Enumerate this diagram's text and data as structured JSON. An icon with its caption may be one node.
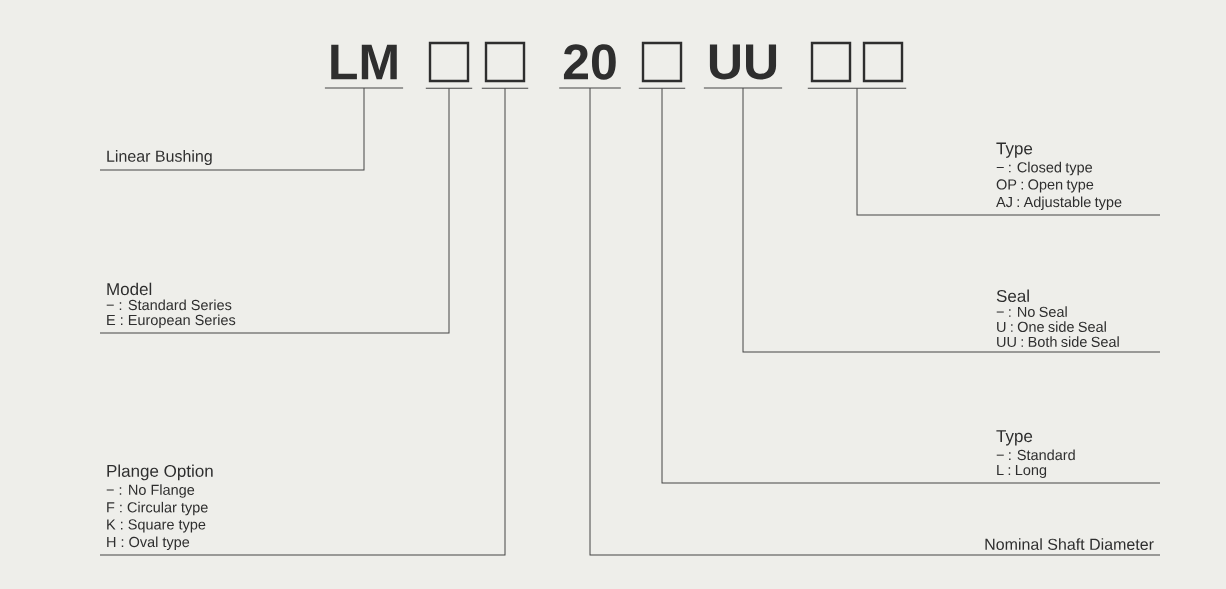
{
  "diagram": {
    "nodes": [
      {
        "text": [
          "LM"
        ]
      },
      {
        "text": [],
        "shape": "box"
      },
      {
        "text": [],
        "shape": "box"
      },
      {
        "text": [
          "20"
        ]
      },
      {
        "text": [],
        "shape": "box"
      },
      {
        "text": [
          "UU"
        ]
      },
      {
        "text": [],
        "shape": "box"
      },
      {
        "text": [
          "Linear Bushing"
        ]
      },
      {
        "text": [
          "Model",
          "− : Standard Series",
          "E : European Series"
        ]
      },
      {
        "text": [
          "Plange Option",
          "− : No Flange",
          "F : Circular type",
          "K : Square type",
          "H : Oval type"
        ]
      },
      {
        "text": [
          "Type",
          "− : Closed type",
          "OP : Open type",
          "AJ : Adjustable type"
        ]
      },
      {
        "text": [
          "Seal",
          "− : No Seal",
          "U : One side Seal",
          "UU : Both side Seal"
        ]
      },
      {
        "text": [
          "Type",
          "− : Standard",
          "L : Long"
        ]
      },
      {
        "text": [
          "Nominal Shaft Diameter"
        ]
      }
    ],
    "edges": [
      {
        "from": 7,
        "to": 0,
        "arrow": "none"
      },
      {
        "from": 8,
        "to": 1,
        "arrow": "none"
      },
      {
        "from": 9,
        "to": 2,
        "arrow": "none"
      },
      {
        "from": 13,
        "to": 3,
        "arrow": "none"
      },
      {
        "from": 12,
        "to": 4,
        "arrow": "none"
      },
      {
        "from": 11,
        "to": 5,
        "arrow": "none"
      },
      {
        "from": 10,
        "to": 6,
        "arrow": "none"
      }
    ]
  }
}
